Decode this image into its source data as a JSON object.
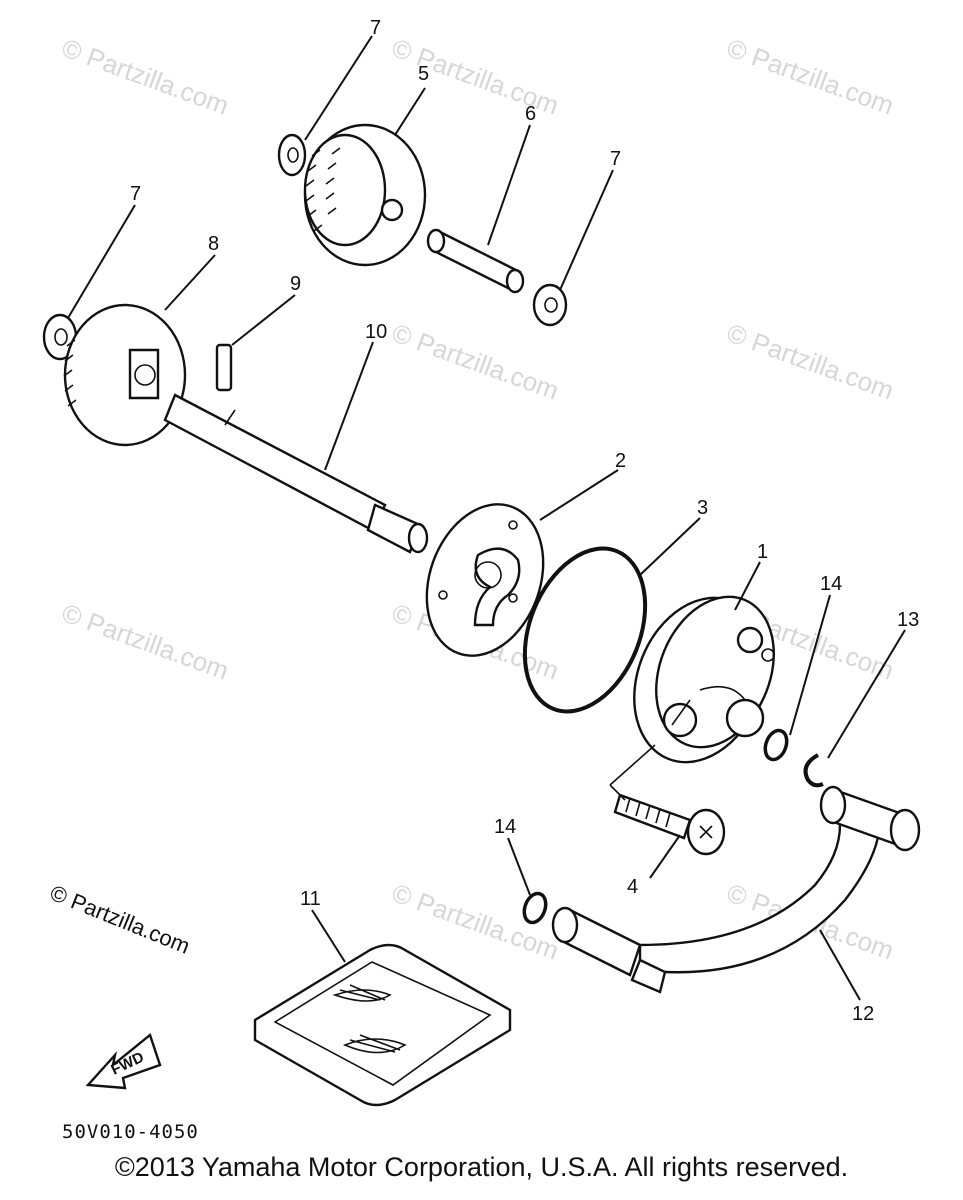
{
  "diagram": {
    "watermark_text": "© Partzilla.com",
    "corner_watermark": "© Partzilla.com",
    "callouts": [
      "1",
      "2",
      "3",
      "4",
      "5",
      "6",
      "7",
      "8",
      "9",
      "10",
      "11",
      "12",
      "13",
      "14"
    ],
    "fwd_label": "FWD",
    "drawing_code": "50V010-4050",
    "copyright": "©2013 Yamaha Motor Corporation, U.S.A. All rights reserved."
  },
  "colors": {
    "ink": "#111111",
    "watermark": "#d6d6d6",
    "background": "#ffffff"
  },
  "icons": [
    "fwd-arrow-icon"
  ]
}
